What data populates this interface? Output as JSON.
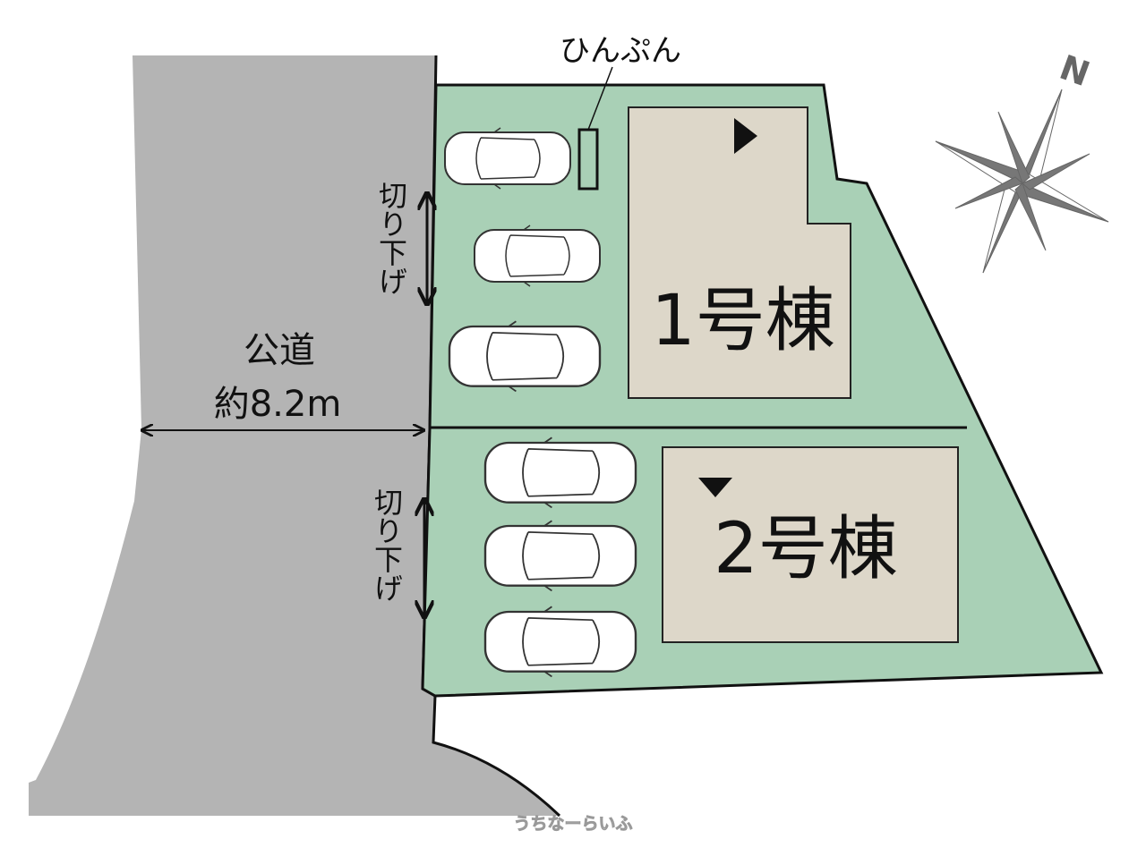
{
  "road": {
    "label": "公道",
    "width": "約8.2m"
  },
  "fixture_label": "ひんぷん",
  "curb_cut_label": "切り下げ",
  "buildings": [
    {
      "label": "1号棟"
    },
    {
      "label": "2号棟"
    }
  ],
  "compass": {
    "north": "N"
  },
  "watermark": "うちなーらいふ",
  "colors": {
    "road": "#b4b4b4",
    "lot": "#a9d0b6",
    "building": "#ddd7c9"
  }
}
